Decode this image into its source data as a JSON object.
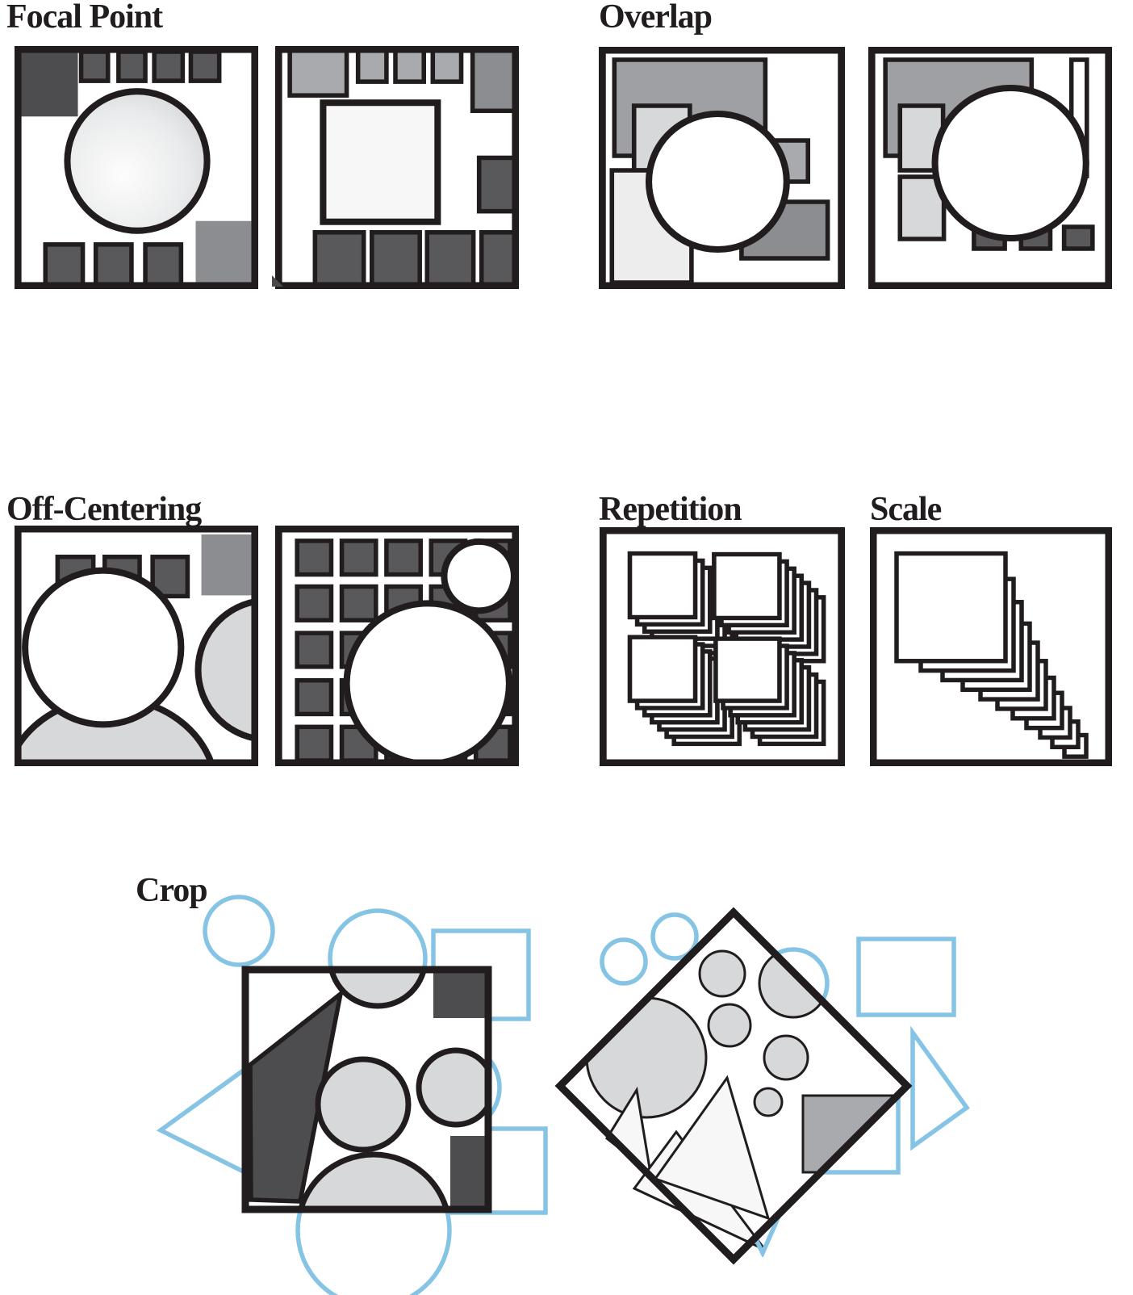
{
  "figure": {
    "title": "Composition principles diagram",
    "description": "Six illustrated layout principles built from abstract squares, circles and triangles: focal point, overlap, off-centering, repetition, scale and crop."
  },
  "labels": {
    "focal_point": "Focal Point",
    "overlap": "Overlap",
    "off_centering": "Off-Centering",
    "repetition": "Repetition",
    "scale": "Scale",
    "crop": "Crop"
  },
  "palette": {
    "ink": "#211d1e",
    "blue": "#85c4e4",
    "dark": "#4d4d4f",
    "dark2": "#59595b",
    "med": "#8b8d90",
    "med2": "#a8aaad",
    "gray": "#9ea0a3",
    "light": "#d7d8da",
    "xlight": "#ededee",
    "offwhite": "#f7f7f8",
    "white": "#ffffff"
  },
  "panels": [
    {
      "id": "focal-point-1",
      "label": "Focal Point",
      "items": "gradient sphere centered among dark corner and edge squares"
    },
    {
      "id": "focal-point-2",
      "label": "Focal Point",
      "items": "large pale square centered among gray edge squares"
    },
    {
      "id": "overlap-1",
      "label": "Overlap",
      "items": "white circle overlapping five gray rectangles"
    },
    {
      "id": "overlap-2",
      "label": "Overlap",
      "items": "white circle overlapping gray rectangles and thin bar"
    },
    {
      "id": "off-centering-1",
      "label": "Off-Centering",
      "items": "portrait-like circles pushed off center, clipped at edges"
    },
    {
      "id": "off-centering-2",
      "label": "Off-Centering",
      "items": "5x5 grid of dark squares with two off-center white circles"
    },
    {
      "id": "repetition",
      "label": "Repetition",
      "items": "four cascading stacks of repeated white squares"
    },
    {
      "id": "scale",
      "label": "Scale",
      "items": "cascade of eleven squares shrinking toward bottom right"
    },
    {
      "id": "crop-1",
      "label": "Crop",
      "items": "square crop frame; gray shapes inside, blue outlines show uncropped shapes outside"
    },
    {
      "id": "crop-2",
      "label": "Crop",
      "items": "rotated diamond crop frame; gray circles and white triangles inside, blue outlines outside"
    }
  ],
  "artifacts": {
    "cursor": "small dark cursor arrow at the bottom-left corner of the second Focal Point panel"
  }
}
